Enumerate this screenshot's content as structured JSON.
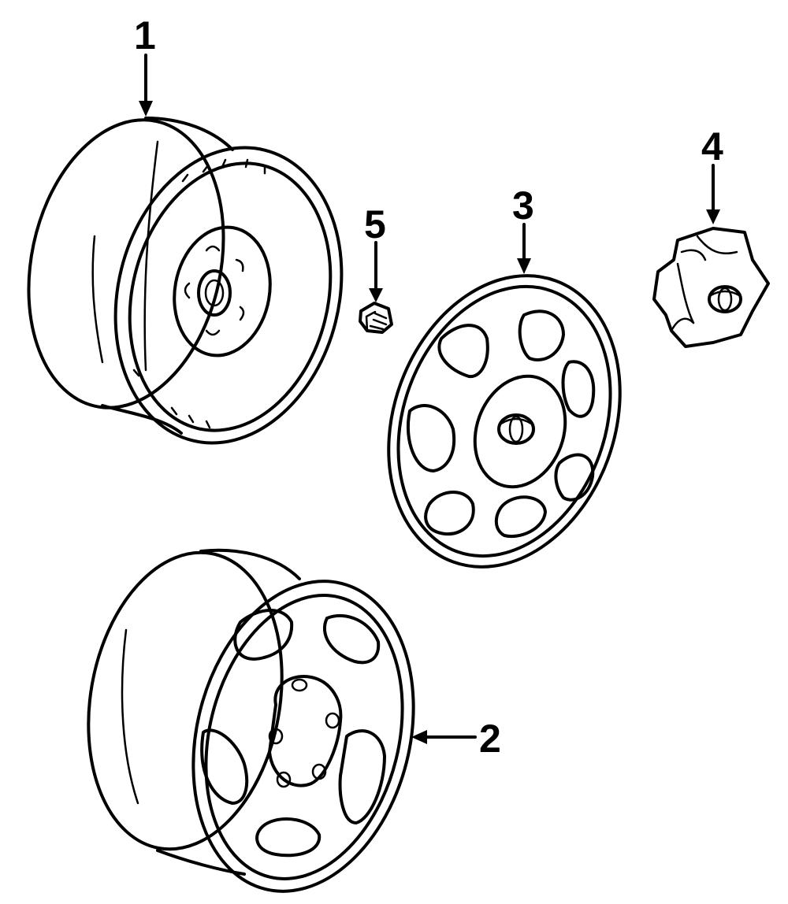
{
  "diagram": {
    "callouts": [
      {
        "id": "1",
        "label": "1"
      },
      {
        "id": "2",
        "label": "2"
      },
      {
        "id": "3",
        "label": "3"
      },
      {
        "id": "4",
        "label": "4"
      },
      {
        "id": "5",
        "label": "5"
      }
    ]
  },
  "colors": {
    "ink": "#000000",
    "background": "#ffffff"
  }
}
